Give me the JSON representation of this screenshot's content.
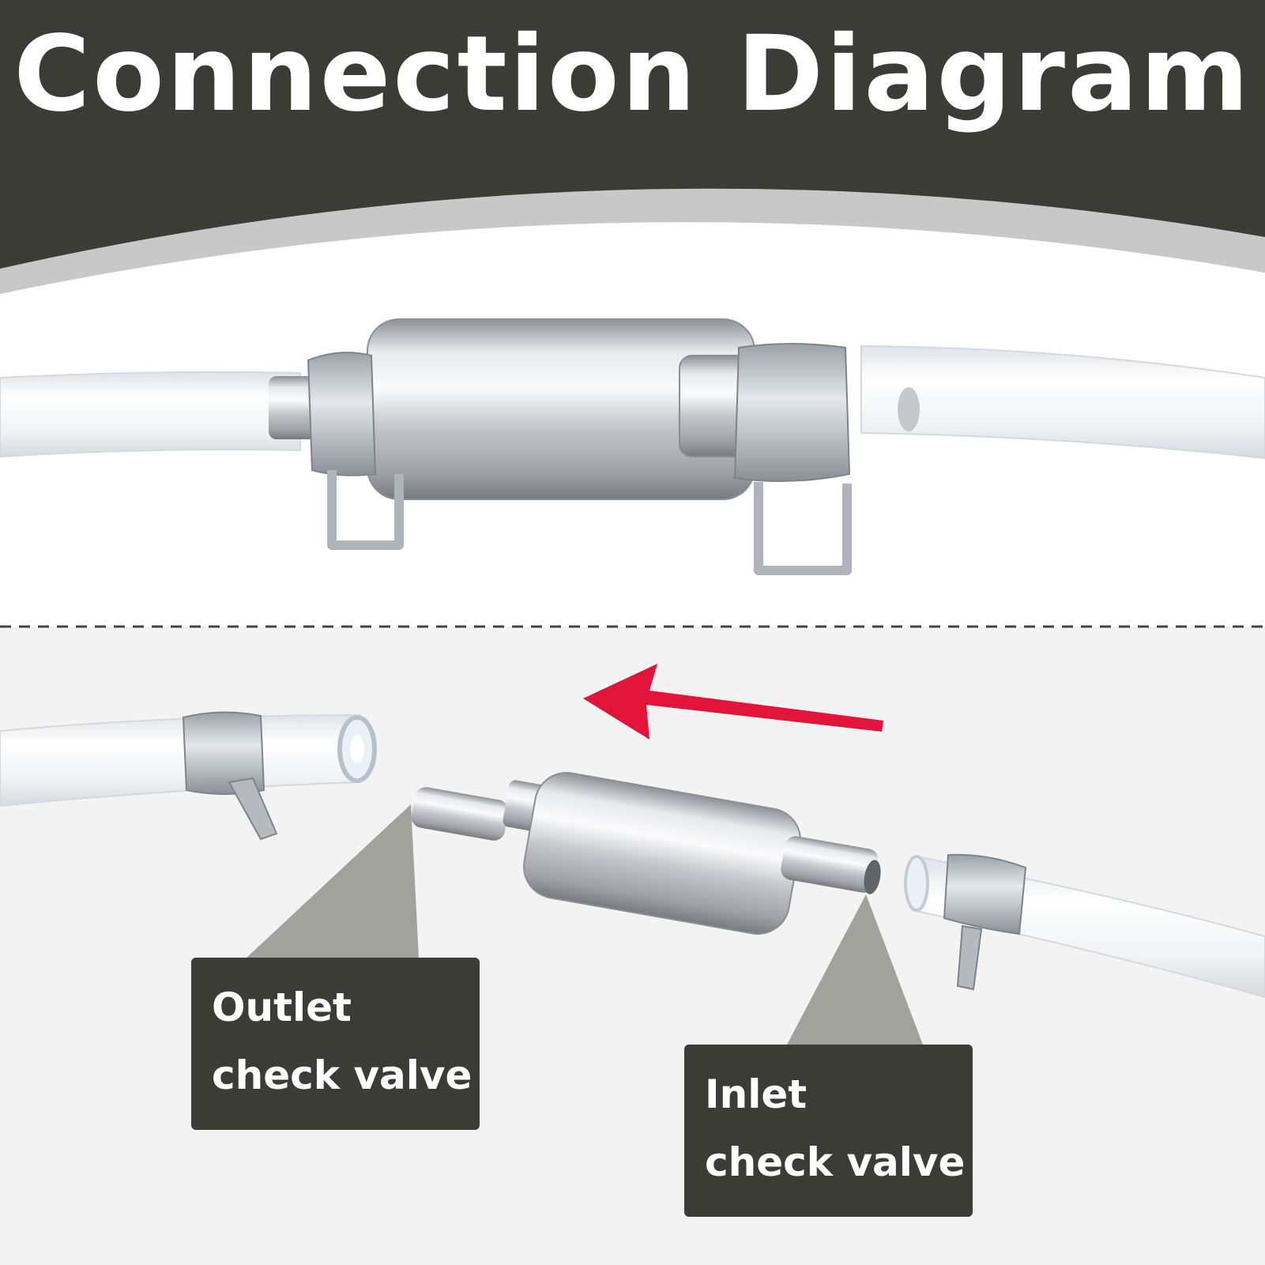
{
  "title": "Connection Diagram",
  "labels": {
    "outlet": {
      "line1": "Outlet",
      "line2": "check valve"
    },
    "inlet": {
      "line1": "Inlet",
      "line2": "check valve"
    }
  },
  "colors": {
    "header": "#3b3c35",
    "header_shadow": "#c8c8c8",
    "label_box": "#3b3c35",
    "pointer": "#a2a29d",
    "arrow": "#e2143a",
    "lower_panel": "#f3f3f3",
    "divider": "#444444",
    "metal": "#c9ccd0",
    "tube": "#eef1f4"
  },
  "icons": [
    "flow-direction-arrow-icon",
    "check-valve-icon",
    "hose-clamp-icon",
    "tube-icon"
  ]
}
